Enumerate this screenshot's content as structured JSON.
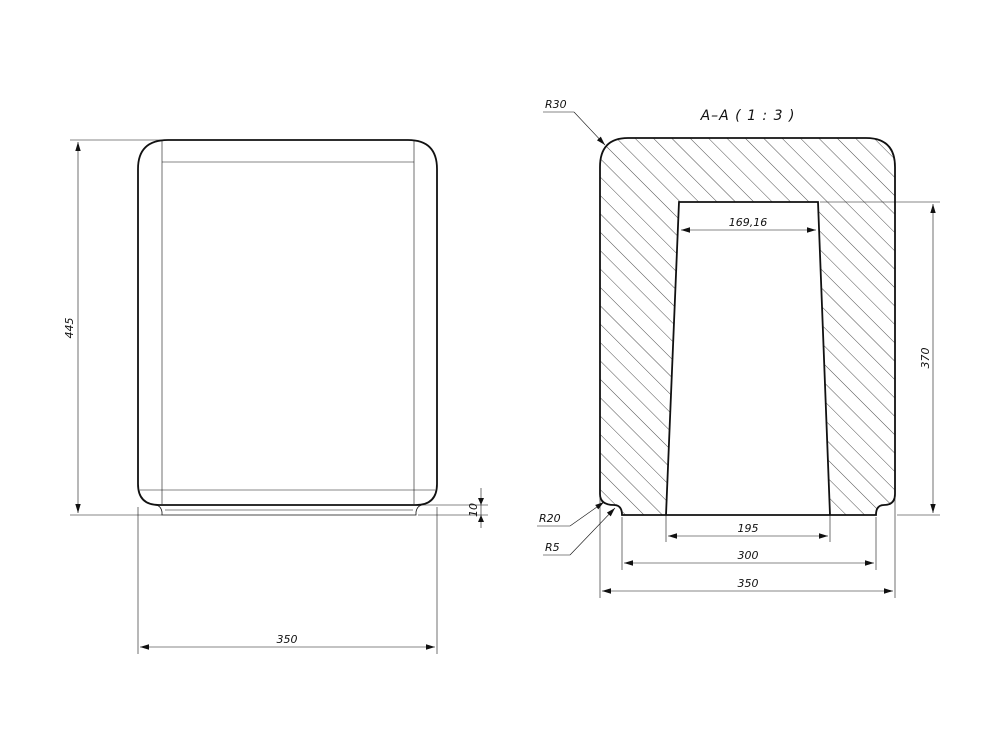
{
  "section_title": "A–A ( 1 : 3 )",
  "left_view": {
    "dims": {
      "height": "445",
      "base_step": "10",
      "width": "350"
    }
  },
  "section_view": {
    "dims": {
      "top_opening": "169,16",
      "height": "370",
      "bottom_opening": "195",
      "base_width": "300",
      "overall_width": "350"
    },
    "radii": {
      "top_corner": "R30",
      "base_corner": "R20",
      "foot_corner": "R5"
    }
  }
}
